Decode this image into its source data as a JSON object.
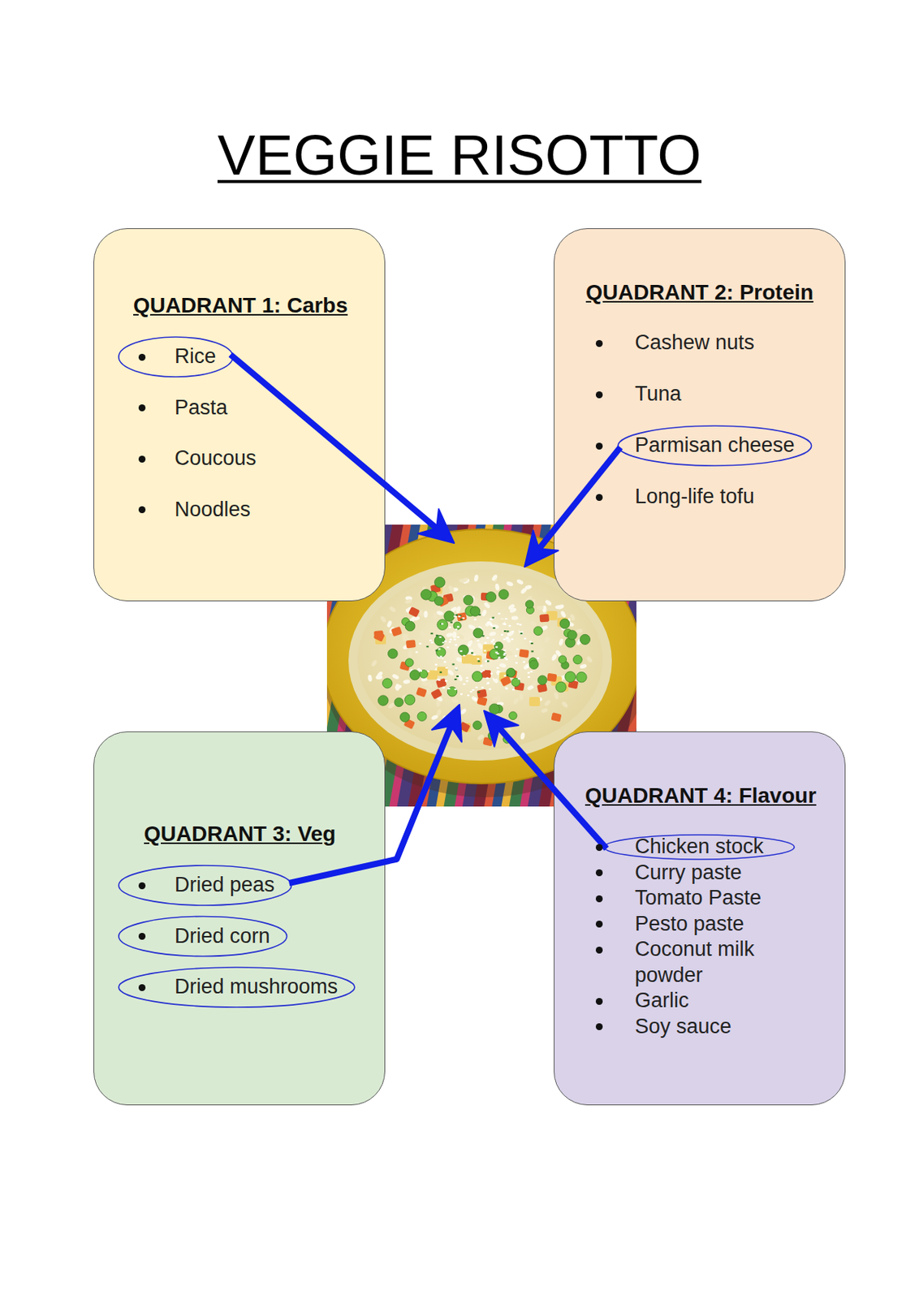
{
  "diagram": {
    "title": "VEGGIE RISOTTO",
    "nodes": [
      {
        "text": [
          "QUADRANT 1: Carbs",
          "Rice",
          "Pasta",
          "Coucous",
          "Noodles"
        ]
      },
      {
        "text": [
          "QUADRANT 2: Protein",
          "Cashew nuts",
          "Tuna",
          "Parmisan cheese",
          "Long-life tofu"
        ]
      },
      {
        "text": [
          "QUADRANT 3: Veg",
          "Dried peas",
          "Dried corn",
          "Dried mushrooms"
        ]
      },
      {
        "text": [
          "QUADRANT 4: Flavour",
          "Chicken stock",
          "Curry paste",
          "Tomato Paste",
          "Pesto paste",
          "Coconut milk powder",
          "Garlic",
          "Soy sauce"
        ]
      }
    ]
  }
}
